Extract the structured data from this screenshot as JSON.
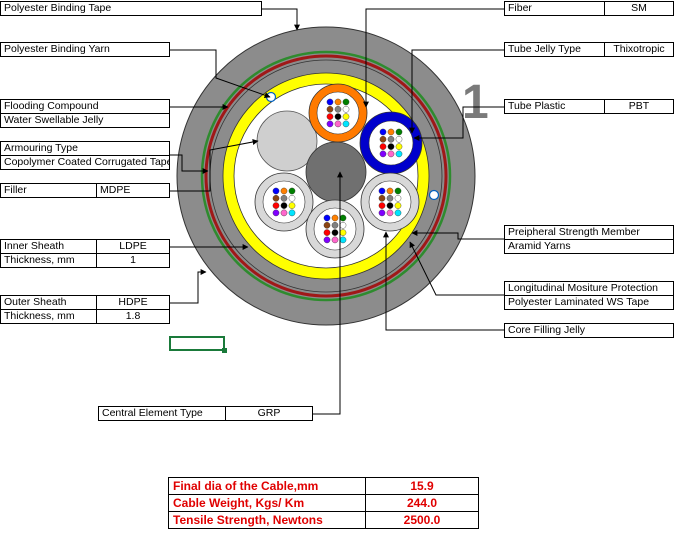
{
  "labels": {
    "binding_tape": "Polyester Binding Tape",
    "binding_yarn": "Polyester Binding Yarn",
    "flooding_compound": "Flooding Compound",
    "water_swellable": "Water Swellable Jelly",
    "armouring_type": "Armouring Type",
    "armouring_value": "Copolymer Coated Corrugated Tape",
    "filler": "Filler",
    "filler_value": "MDPE",
    "inner_sheath": "Inner Sheath",
    "inner_sheath_value": "LDPE",
    "inner_thickness": "Thickness, mm",
    "inner_thickness_value": "1",
    "outer_sheath": "Outer Sheath",
    "outer_sheath_value": "HDPE",
    "outer_thickness": "Thickness, mm",
    "outer_thickness_value": "1.8",
    "central_element": "Central Element Type",
    "central_element_value": "GRP",
    "fiber": "Fiber",
    "fiber_value": "SM",
    "tube_jelly": "Tube Jelly Type",
    "tube_jelly_value": "Thixotropic",
    "tube_plastic": "Tube Plastic",
    "tube_plastic_value": "PBT",
    "peripheral_strength": "Preipheral Strength Member",
    "aramid": "Aramid Yarns",
    "longitudinal": "Longitudinal Mositure Protection",
    "laminated": "Polyester Laminated WS Tape",
    "core_filling": "Core Filling Jelly"
  },
  "results": [
    {
      "label": "Final dia of the Cable,mm",
      "value": "15.9"
    },
    {
      "label": "Cable Weight, Kgs/ Km",
      "value": "244.0"
    },
    {
      "label": "Tensile Strength, Newtons",
      "value": "2500.0"
    }
  ],
  "colors": {
    "outer_sheath": "#8c8c8c",
    "armour_green": "#2e8b2e",
    "armour_red": "#a01818",
    "inner_sheath": "#8c8c8c",
    "strength_yellow": "#ffff00",
    "core": "#ffffff",
    "filler": "#cfcfcf",
    "central": "#707070",
    "tube_orange": "#ff7a00",
    "tube_blue": "#0000cc",
    "tube_grey": "#d8d8d8",
    "results_text": "#e00000",
    "selection": "#1a7a3a"
  }
}
